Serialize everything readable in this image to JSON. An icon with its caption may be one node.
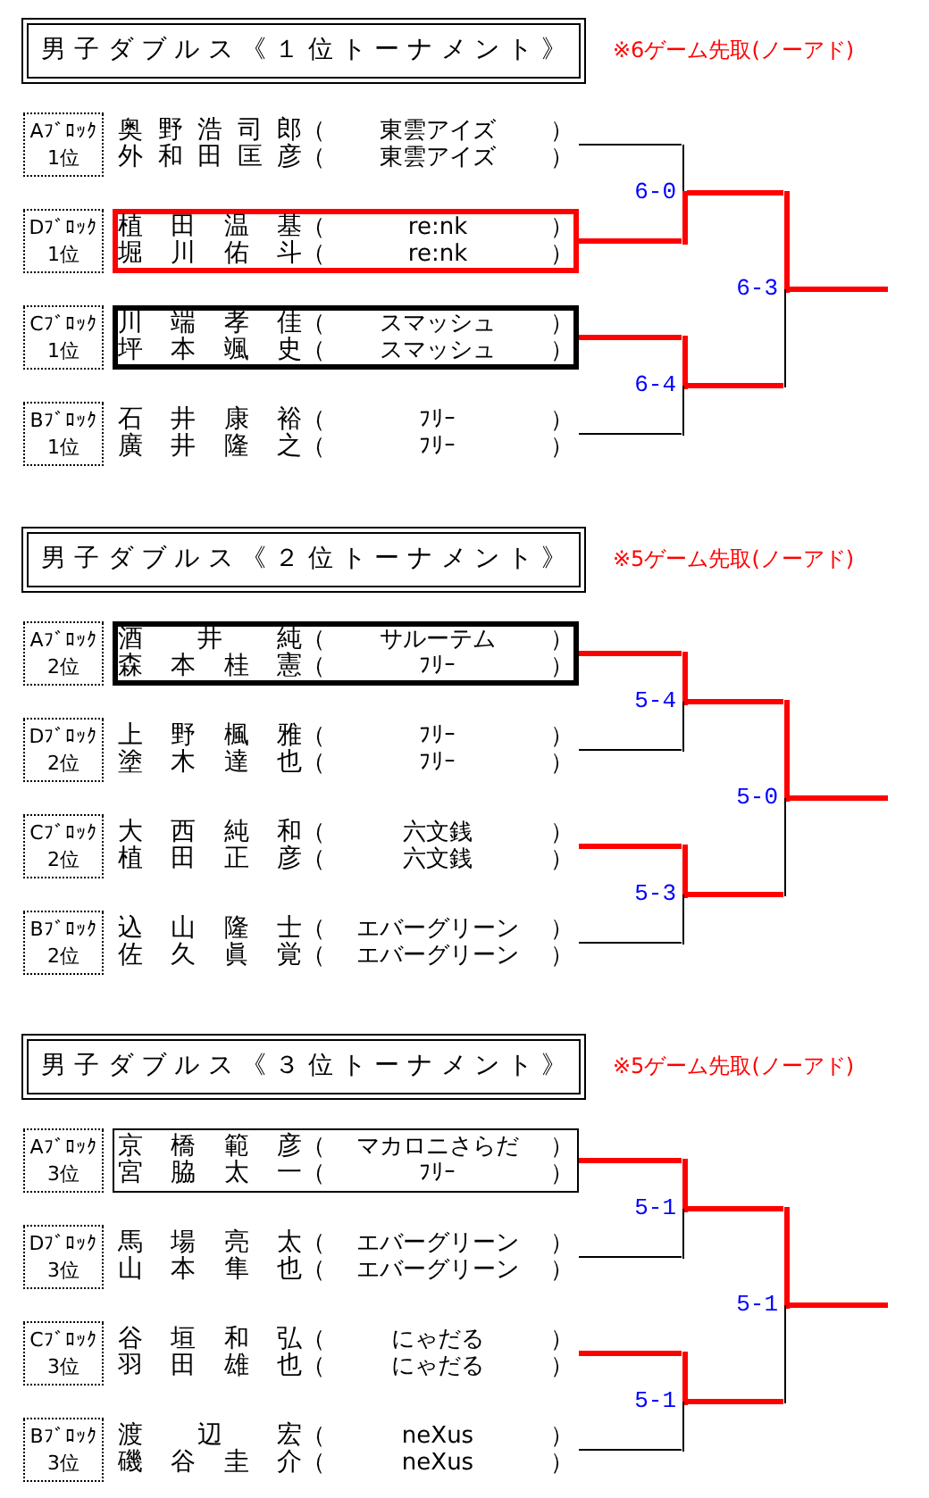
{
  "diagram": {
    "nodes": [
      {
        "text": [
          "男子ダブルス《１位トーナメント》"
        ]
      },
      {
        "text": [
          "Aﾌﾞﾛｯｸ",
          "1位"
        ]
      },
      {
        "text": [
          "奥野浩司郎",
          "（ 東雲アイズ ）",
          "外和田匡彦",
          "（ 東雲アイズ ）"
        ]
      },
      {
        "text": [
          "Dﾌﾞﾛｯｸ",
          "1位"
        ]
      },
      {
        "text": [
          "植田温基",
          "（ re:nk ）",
          "堀川佑斗",
          "（ re:nk ）"
        ]
      },
      {
        "text": [
          "Cﾌﾞﾛｯｸ",
          "1位"
        ]
      },
      {
        "text": [
          "川端孝佳",
          "（ スマッシュ ）",
          "坪本颯史",
          "（ スマッシュ ）"
        ]
      },
      {
        "text": [
          "Bﾌﾞﾛｯｸ",
          "1位"
        ]
      },
      {
        "text": [
          "石井康裕",
          "（ ﾌﾘｰ ）",
          "廣井隆之",
          "（ ﾌﾘｰ ）"
        ]
      },
      {
        "text": [],
        "shape": "bar",
        "beside": [
          "6-0"
        ]
      },
      {
        "text": [],
        "shape": "bar",
        "beside": [
          "6-4"
        ]
      },
      {
        "text": [],
        "shape": "bar",
        "beside": [
          "6-3"
        ]
      },
      {
        "text": [
          "男子ダブルス《２位トーナメント》"
        ]
      },
      {
        "text": [
          "Aﾌﾞﾛｯｸ",
          "2位"
        ]
      },
      {
        "text": [
          "酒井純",
          "（ サルーテム ）",
          "森本桂憲",
          "（ ﾌﾘｰ ）"
        ]
      },
      {
        "text": [
          "Dﾌﾞﾛｯｸ",
          "2位"
        ]
      },
      {
        "text": [
          "上野楓雅",
          "（ ﾌﾘｰ ）",
          "塗木達也",
          "（ ﾌﾘｰ ）"
        ]
      },
      {
        "text": [
          "Cﾌﾞﾛｯｸ",
          "2位"
        ]
      },
      {
        "text": [
          "大西純和",
          "（ 六文銭 ）",
          "植田正彦",
          "（ 六文銭 ）"
        ]
      },
      {
        "text": [
          "Bﾌﾞﾛｯｸ",
          "2位"
        ]
      },
      {
        "text": [
          "込山隆士",
          "（ エバーグリーン ）",
          "佐久眞覚",
          "（ エバーグリーン ）"
        ]
      },
      {
        "text": [],
        "shape": "bar",
        "beside": [
          "5-4"
        ]
      },
      {
        "text": [],
        "shape": "bar",
        "beside": [
          "5-3"
        ]
      },
      {
        "text": [],
        "shape": "bar",
        "beside": [
          "5-0"
        ]
      },
      {
        "text": [
          "男子ダブルス《３位トーナメント》"
        ]
      },
      {
        "text": [
          "Aﾌﾞﾛｯｸ",
          "3位"
        ]
      },
      {
        "text": [
          "京橋範彦",
          "（ マカロニさらだ ）",
          "宮脇太一",
          "（ ﾌﾘｰ ）"
        ]
      },
      {
        "text": [
          "Dﾌﾞﾛｯｸ",
          "3位"
        ]
      },
      {
        "text": [
          "馬場亮太",
          "（ エバーグリーン ）",
          "山本隼也",
          "（ エバーグリーン ）"
        ]
      },
      {
        "text": [
          "Cﾌﾞﾛｯｸ",
          "3位"
        ]
      },
      {
        "text": [
          "谷垣和弘",
          "（ にゃだる ）",
          "羽田雄也",
          "（ にゃだる ）"
        ]
      },
      {
        "text": [
          "Bﾌﾞﾛｯｸ",
          "3位"
        ]
      },
      {
        "text": [
          "渡辺宏",
          "（ neXus ）",
          "磯谷圭介",
          "（ neXus ）"
        ]
      },
      {
        "text": [],
        "shape": "bar",
        "beside": [
          "5-1"
        ]
      },
      {
        "text": [],
        "shape": "bar",
        "beside": [
          "5-1"
        ]
      },
      {
        "text": [],
        "shape": "bar",
        "beside": [
          "5-1"
        ]
      }
    ],
    "edges": [
      {
        "from": 2,
        "to": 9,
        "arrow": "none",
        "color": "#000000"
      },
      {
        "from": 4,
        "to": 9,
        "arrow": "none"
      },
      {
        "from": 6,
        "to": 10,
        "arrow": "none"
      },
      {
        "from": 8,
        "to": 10,
        "arrow": "none",
        "color": "#000000"
      },
      {
        "from": 9,
        "to": 11,
        "arrow": "none"
      },
      {
        "from": 10,
        "to": 11,
        "arrow": "none"
      },
      {
        "from": 11,
        "to": null,
        "arrow": "none"
      },
      {
        "from": 14,
        "to": 21,
        "arrow": "none"
      },
      {
        "from": 16,
        "to": 21,
        "arrow": "none",
        "color": "#000000"
      },
      {
        "from": 18,
        "to": 22,
        "arrow": "none"
      },
      {
        "from": 20,
        "to": 22,
        "arrow": "none",
        "color": "#000000"
      },
      {
        "from": 21,
        "to": 23,
        "arrow": "none"
      },
      {
        "from": 22,
        "to": 23,
        "arrow": "none"
      },
      {
        "from": 23,
        "to": null,
        "arrow": "none"
      },
      {
        "from": 26,
        "to": 33,
        "arrow": "none"
      },
      {
        "from": 28,
        "to": 33,
        "arrow": "none",
        "color": "#000000"
      },
      {
        "from": 30,
        "to": 34,
        "arrow": "none"
      },
      {
        "from": 32,
        "to": 34,
        "arrow": "none",
        "color": "#000000"
      },
      {
        "from": 33,
        "to": 35,
        "arrow": "none"
      },
      {
        "from": 34,
        "to": 35,
        "arrow": "none"
      },
      {
        "from": 35,
        "to": null,
        "arrow": "none"
      }
    ],
    "labels": [
      "※6ゲーム先取(ノーアド)",
      "※5ゲーム先取(ノーアド)",
      "※5ゲーム先取(ノーアド)"
    ]
  }
}
